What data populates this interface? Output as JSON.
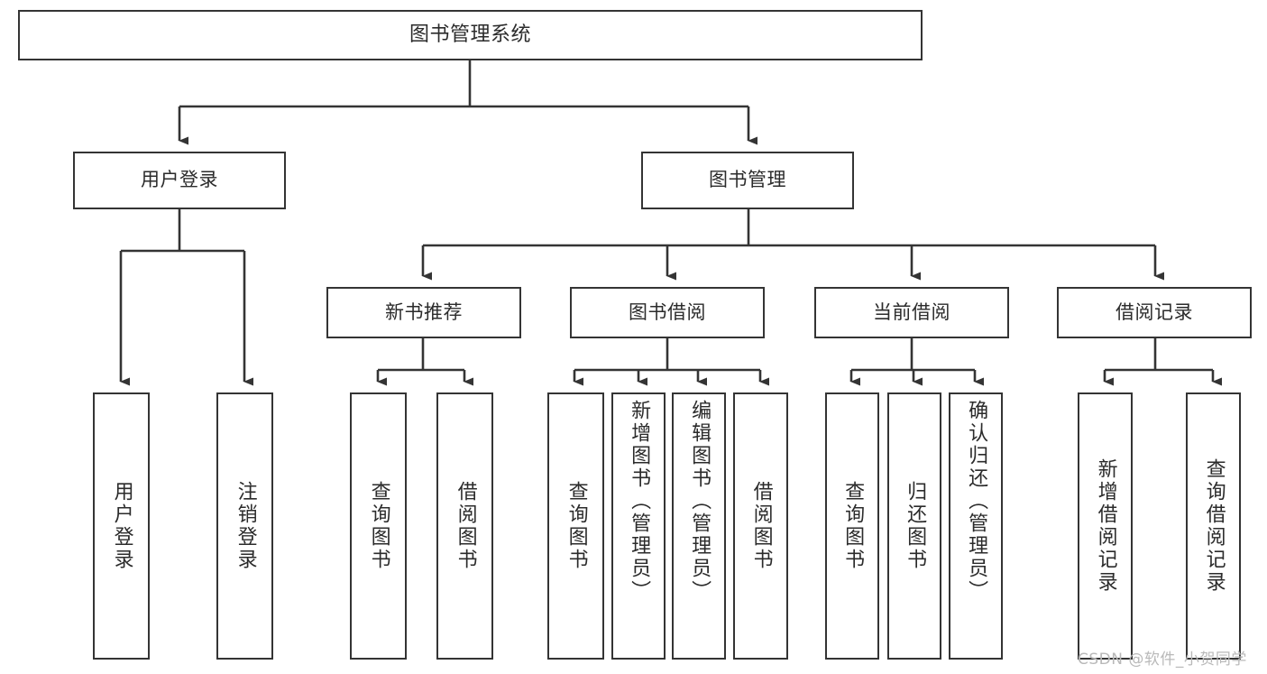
{
  "diagram": {
    "type": "tree",
    "title": "图书管理系统",
    "root": {
      "label": "图书管理系统"
    },
    "level2": [
      {
        "label": "用户登录"
      },
      {
        "label": "图书管理"
      }
    ],
    "level3": [
      {
        "label": "新书推荐"
      },
      {
        "label": "图书借阅"
      },
      {
        "label": "当前借阅"
      },
      {
        "label": "借阅记录"
      }
    ],
    "leaves": {
      "user_login": [
        {
          "label": "用户登录"
        },
        {
          "label": "注销登录"
        }
      ],
      "new_book_recommend": [
        {
          "label": "查询图书"
        },
        {
          "label": "借阅图书"
        }
      ],
      "book_borrow": [
        {
          "label": "查询图书"
        },
        {
          "label": "新增图书（管理员）"
        },
        {
          "label": "编辑图书（管理员）"
        },
        {
          "label": "借阅图书"
        }
      ],
      "current_borrow": [
        {
          "label": "查询图书"
        },
        {
          "label": "归还图书"
        },
        {
          "label": "确认归还（管理员）"
        }
      ],
      "borrow_record": [
        {
          "label": "新增借阅记录"
        },
        {
          "label": "查询借阅记录"
        }
      ]
    }
  },
  "watermark": {
    "text": "CSDN @软件_小贺同学"
  },
  "colors": {
    "stroke": "#343434",
    "text": "#2b2b2b",
    "background": "#ffffff",
    "watermark": "#b9b9b9"
  }
}
